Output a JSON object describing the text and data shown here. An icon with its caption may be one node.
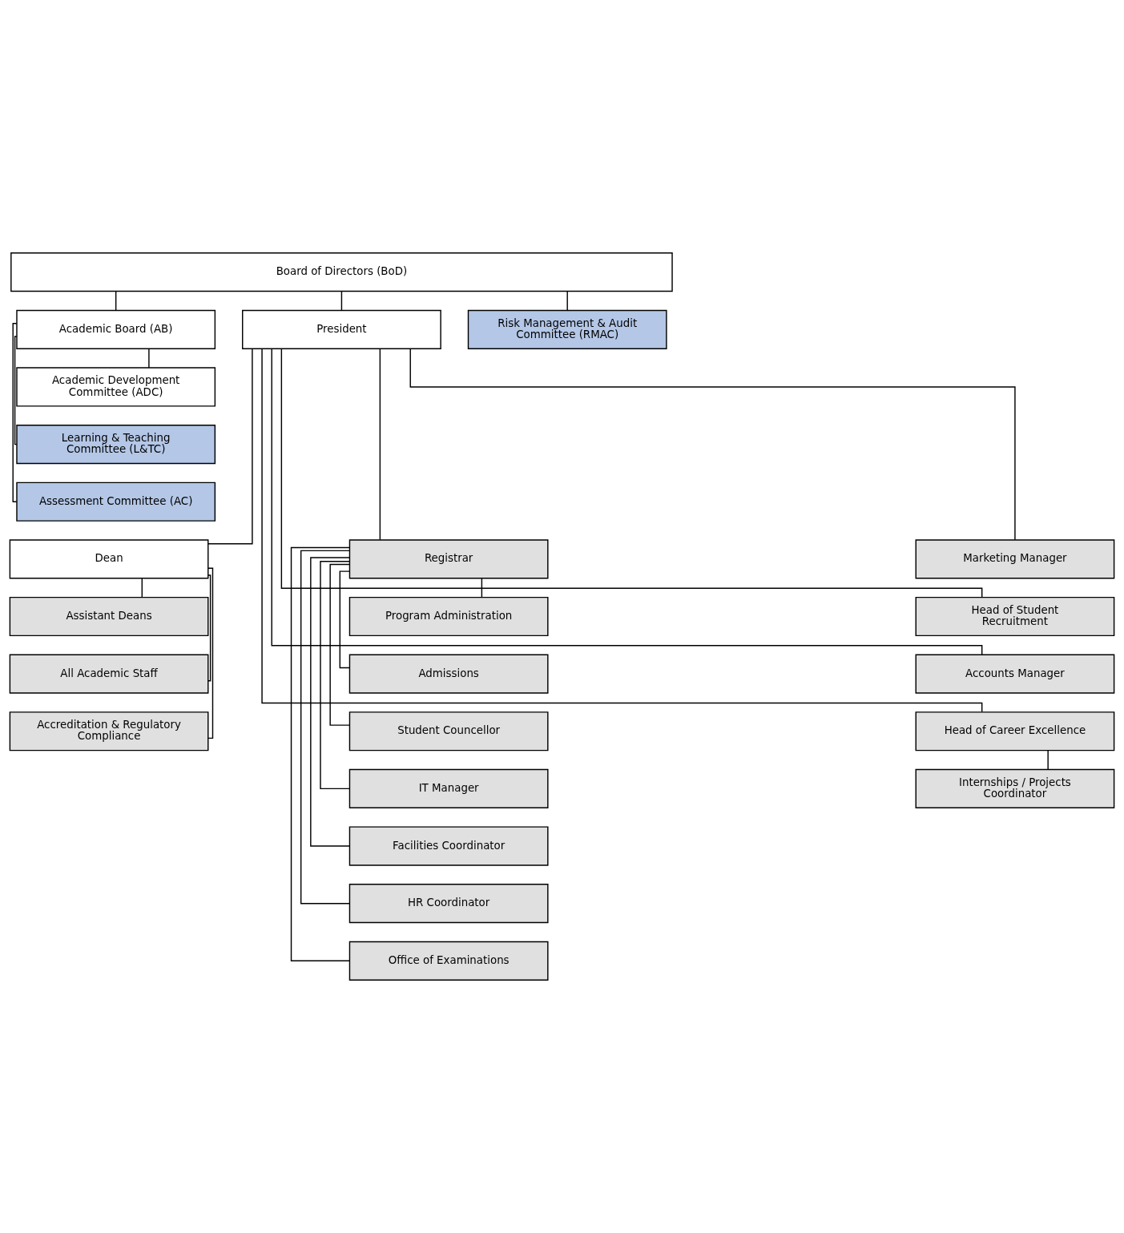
{
  "diagram": {
    "nodes": [
      {
        "text": [
          "Board of Directors (BoD)"
        ]
      },
      {
        "text": [
          "Academic Board (AB)"
        ]
      },
      {
        "text": [
          "President"
        ]
      },
      {
        "text": [
          "Risk Management & Audit Committee (RMAC)"
        ]
      },
      {
        "text": [
          "Academic Development Committee (ADC)"
        ]
      },
      {
        "text": [
          "Learning & Teaching Committee (L&TC)"
        ]
      },
      {
        "text": [
          "Assessment Committee (AC)"
        ]
      },
      {
        "text": [
          "Dean"
        ]
      },
      {
        "text": [
          "Registrar"
        ]
      },
      {
        "text": [
          "Marketing Manager"
        ]
      },
      {
        "text": [
          "Assistant Deans"
        ]
      },
      {
        "text": [
          "All Academic Staff"
        ]
      },
      {
        "text": [
          "Accreditation & Regulatory Compliance"
        ]
      },
      {
        "text": [
          "Program Administration"
        ]
      },
      {
        "text": [
          "Admissions"
        ]
      },
      {
        "text": [
          "Student Councellor"
        ]
      },
      {
        "text": [
          "IT Manager"
        ]
      },
      {
        "text": [
          "Facilities Coordinator"
        ]
      },
      {
        "text": [
          "HR Coordinator"
        ]
      },
      {
        "text": [
          "Office of Examinations"
        ]
      },
      {
        "text": [
          "Head of Student Recruitment"
        ]
      },
      {
        "text": [
          "Accounts Manager"
        ]
      },
      {
        "text": [
          "Head of Career Excellence"
        ]
      },
      {
        "text": [
          "Internships / Projects Coordinator"
        ]
      }
    ],
    "edges": [
      {
        "from": 0,
        "to": 1,
        "arrow": "none"
      },
      {
        "from": 0,
        "to": 2,
        "arrow": "none"
      },
      {
        "from": 0,
        "to": 3,
        "arrow": "none"
      },
      {
        "from": 1,
        "to": 4,
        "arrow": "none"
      },
      {
        "from": 1,
        "to": 5,
        "arrow": "none"
      },
      {
        "from": 1,
        "to": 6,
        "arrow": "none"
      },
      {
        "from": 2,
        "to": 7,
        "arrow": "none"
      },
      {
        "from": 2,
        "to": 8,
        "arrow": "none"
      },
      {
        "from": 2,
        "to": 9,
        "arrow": "none"
      },
      {
        "from": 2,
        "to": 20,
        "arrow": "none"
      },
      {
        "from": 2,
        "to": 21,
        "arrow": "none"
      },
      {
        "from": 2,
        "to": 22,
        "arrow": "none"
      },
      {
        "from": 7,
        "to": 10,
        "arrow": "none"
      },
      {
        "from": 7,
        "to": 11,
        "arrow": "none"
      },
      {
        "from": 7,
        "to": 12,
        "arrow": "none"
      },
      {
        "from": 8,
        "to": 13,
        "arrow": "none"
      },
      {
        "from": 8,
        "to": 14,
        "arrow": "none"
      },
      {
        "from": 8,
        "to": 15,
        "arrow": "none"
      },
      {
        "from": 8,
        "to": 16,
        "arrow": "none"
      },
      {
        "from": 8,
        "to": 17,
        "arrow": "none"
      },
      {
        "from": 8,
        "to": 18,
        "arrow": "none"
      },
      {
        "from": 8,
        "to": 19,
        "arrow": "none"
      },
      {
        "from": 22,
        "to": 23,
        "arrow": "none"
      }
    ]
  }
}
